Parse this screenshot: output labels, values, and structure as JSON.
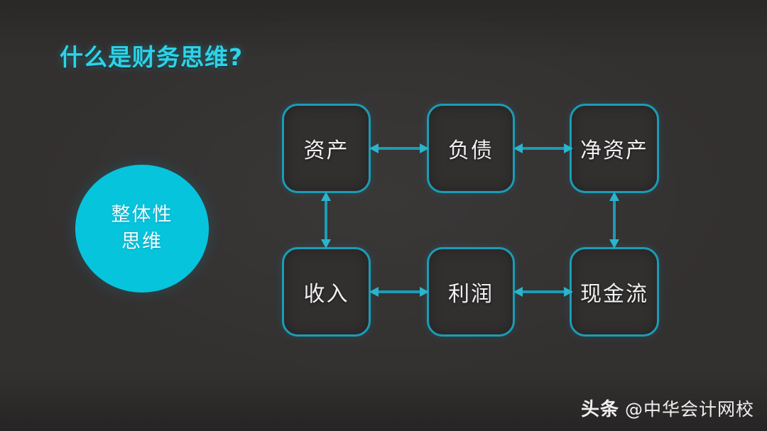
{
  "slide": {
    "title": "什么是财务思维?",
    "background_color": "#333030",
    "accent_color": "#07c4dd",
    "border_color": "#1b9cb6",
    "title_color": "#2fd2e8"
  },
  "circle": {
    "line1": "整体性",
    "line2": "思维",
    "fill_color": "#07c4dd",
    "text_color": "#f2fbfd"
  },
  "diagram": {
    "nodes": [
      {
        "id": "assets",
        "label": "资产",
        "row": 1,
        "col": 1
      },
      {
        "id": "liabilities",
        "label": "负债",
        "row": 1,
        "col": 2
      },
      {
        "id": "net_assets",
        "label": "净资产",
        "row": 1,
        "col": 3
      },
      {
        "id": "revenue",
        "label": "收入",
        "row": 2,
        "col": 1
      },
      {
        "id": "profit",
        "label": "利润",
        "row": 2,
        "col": 2
      },
      {
        "id": "cash_flow",
        "label": "现金流",
        "row": 2,
        "col": 3
      }
    ],
    "connections": [
      {
        "from": "assets",
        "to": "liabilities",
        "style": "double-arrow",
        "orientation": "horizontal"
      },
      {
        "from": "liabilities",
        "to": "net_assets",
        "style": "double-arrow",
        "orientation": "horizontal"
      },
      {
        "from": "revenue",
        "to": "profit",
        "style": "double-arrow",
        "orientation": "horizontal"
      },
      {
        "from": "profit",
        "to": "cash_flow",
        "style": "double-arrow",
        "orientation": "horizontal"
      },
      {
        "from": "assets",
        "to": "revenue",
        "style": "double-arrow",
        "orientation": "vertical"
      },
      {
        "from": "net_assets",
        "to": "cash_flow",
        "style": "double-arrow",
        "orientation": "vertical"
      }
    ]
  },
  "watermark": {
    "logo": "头条",
    "name": "@中华会计网校"
  }
}
